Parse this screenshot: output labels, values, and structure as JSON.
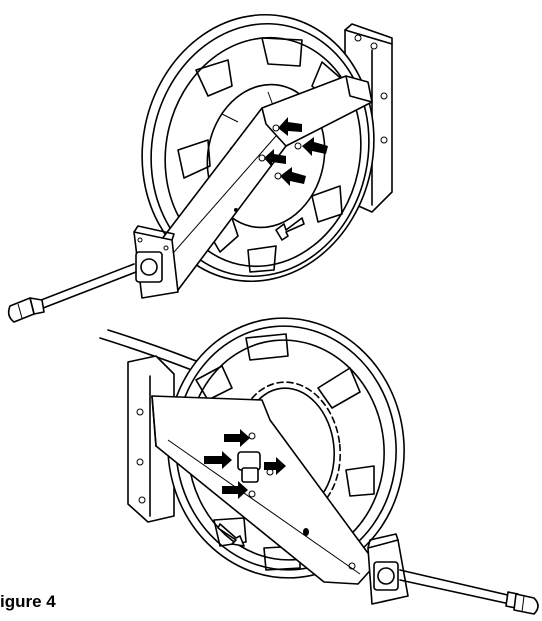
{
  "figure": {
    "caption": "igure 4",
    "panels": [
      "top-reel",
      "bottom-reel"
    ]
  },
  "colors": {
    "line": "#000000",
    "fill": "#ffffff",
    "arrow": "#000000"
  }
}
